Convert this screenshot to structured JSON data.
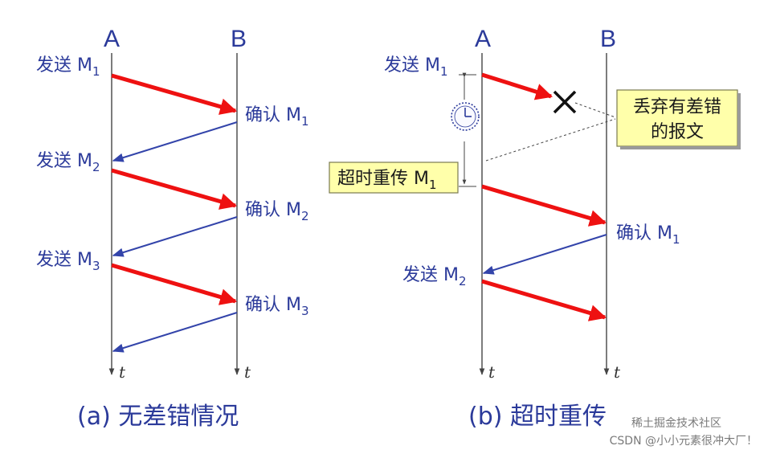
{
  "panel_a": {
    "node_a": "A",
    "node_b": "B",
    "time_symbol": "t",
    "send_prefix": "发送 M",
    "ack_prefix": "确认 M",
    "send_1_sub": "1",
    "send_2_sub": "2",
    "send_3_sub": "3",
    "ack_1_sub": "1",
    "ack_2_sub": "2",
    "ack_3_sub": "3",
    "caption": "(a) 无差错情况"
  },
  "panel_b": {
    "node_a": "A",
    "node_b": "B",
    "time_symbol": "t",
    "send_prefix": "发送 M",
    "ack_prefix": "确认 M",
    "send_1_sub": "1",
    "send_2_sub": "2",
    "ack_1_sub": "1",
    "retransmit_prefix": "超时重传 M",
    "retransmit_sub": "1",
    "discard_line1": "丢弃有差错",
    "discard_line2": "的报文",
    "caption": "(b) 超时重传"
  },
  "watermark": "CSDN @小小元素很冲大厂！",
  "watermark_overlay": "稀土掘金技术社区",
  "colors": {
    "data_arrow": "#ee1111",
    "ack_arrow": "#3344aa",
    "text": "#2b3a9a",
    "note_fill": "#ffffaa",
    "note_border": "#7a7a50"
  }
}
